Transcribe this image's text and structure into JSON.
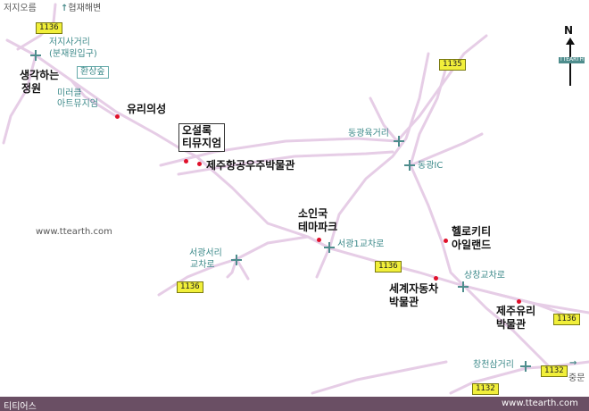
{
  "labels": {
    "top_left": "저지오름",
    "top_hyeopjae": "협재해변",
    "jeoji_junction": "저지사거리",
    "jeoji_junction_sub": "(분재원입구)",
    "thinking_garden": "생각하는",
    "thinking_garden_2": "정원",
    "hwansangsup": "환상숲",
    "mirror_museum": "미러클",
    "mirror_museum_2": "아트뮤지엄",
    "glass_castle": "유리의성",
    "osulloc": "오설록",
    "osulloc_2": "티뮤지엄",
    "aerospace_museum": "제주항공우주박물관",
    "donggwang_6": "동광육거리",
    "donggwang_ic": "동광IC",
    "watermark_left": "www.ttearth.com",
    "soingook": "소인국",
    "soingook_2": "테마파크",
    "seogwang1": "서광1교차로",
    "seogwang_sa": "서광서리",
    "seogwang_sa_2": "교차로",
    "hello_kitty": "헬로키티",
    "hello_kitty_2": "아일랜드",
    "world_auto": "세계자동차",
    "world_auto_2": "박물관",
    "sangchang": "상창교차로",
    "jeju_glass": "제주유리",
    "jeju_glass_2": "박물관",
    "changcheon": "창천삼거리",
    "jungmun": "중문"
  },
  "routes": {
    "r1136_a": "1136",
    "r1135": "1135",
    "r1136_b": "1136",
    "r1136_c": "1136",
    "r1136_d": "1136",
    "r1132_a": "1132",
    "r1132_b": "1132"
  },
  "compass": {
    "letter": "N",
    "tag": "TTEARTH"
  },
  "footer": {
    "left": "티티어스",
    "right": "www.ttearth.com"
  },
  "colors": {
    "road": "#e6cde6",
    "poi_dot": "#e0102a",
    "junction": "#4e8d8d",
    "route_badge": "#f1ef3a",
    "footer_bg": "#6a4f64"
  }
}
